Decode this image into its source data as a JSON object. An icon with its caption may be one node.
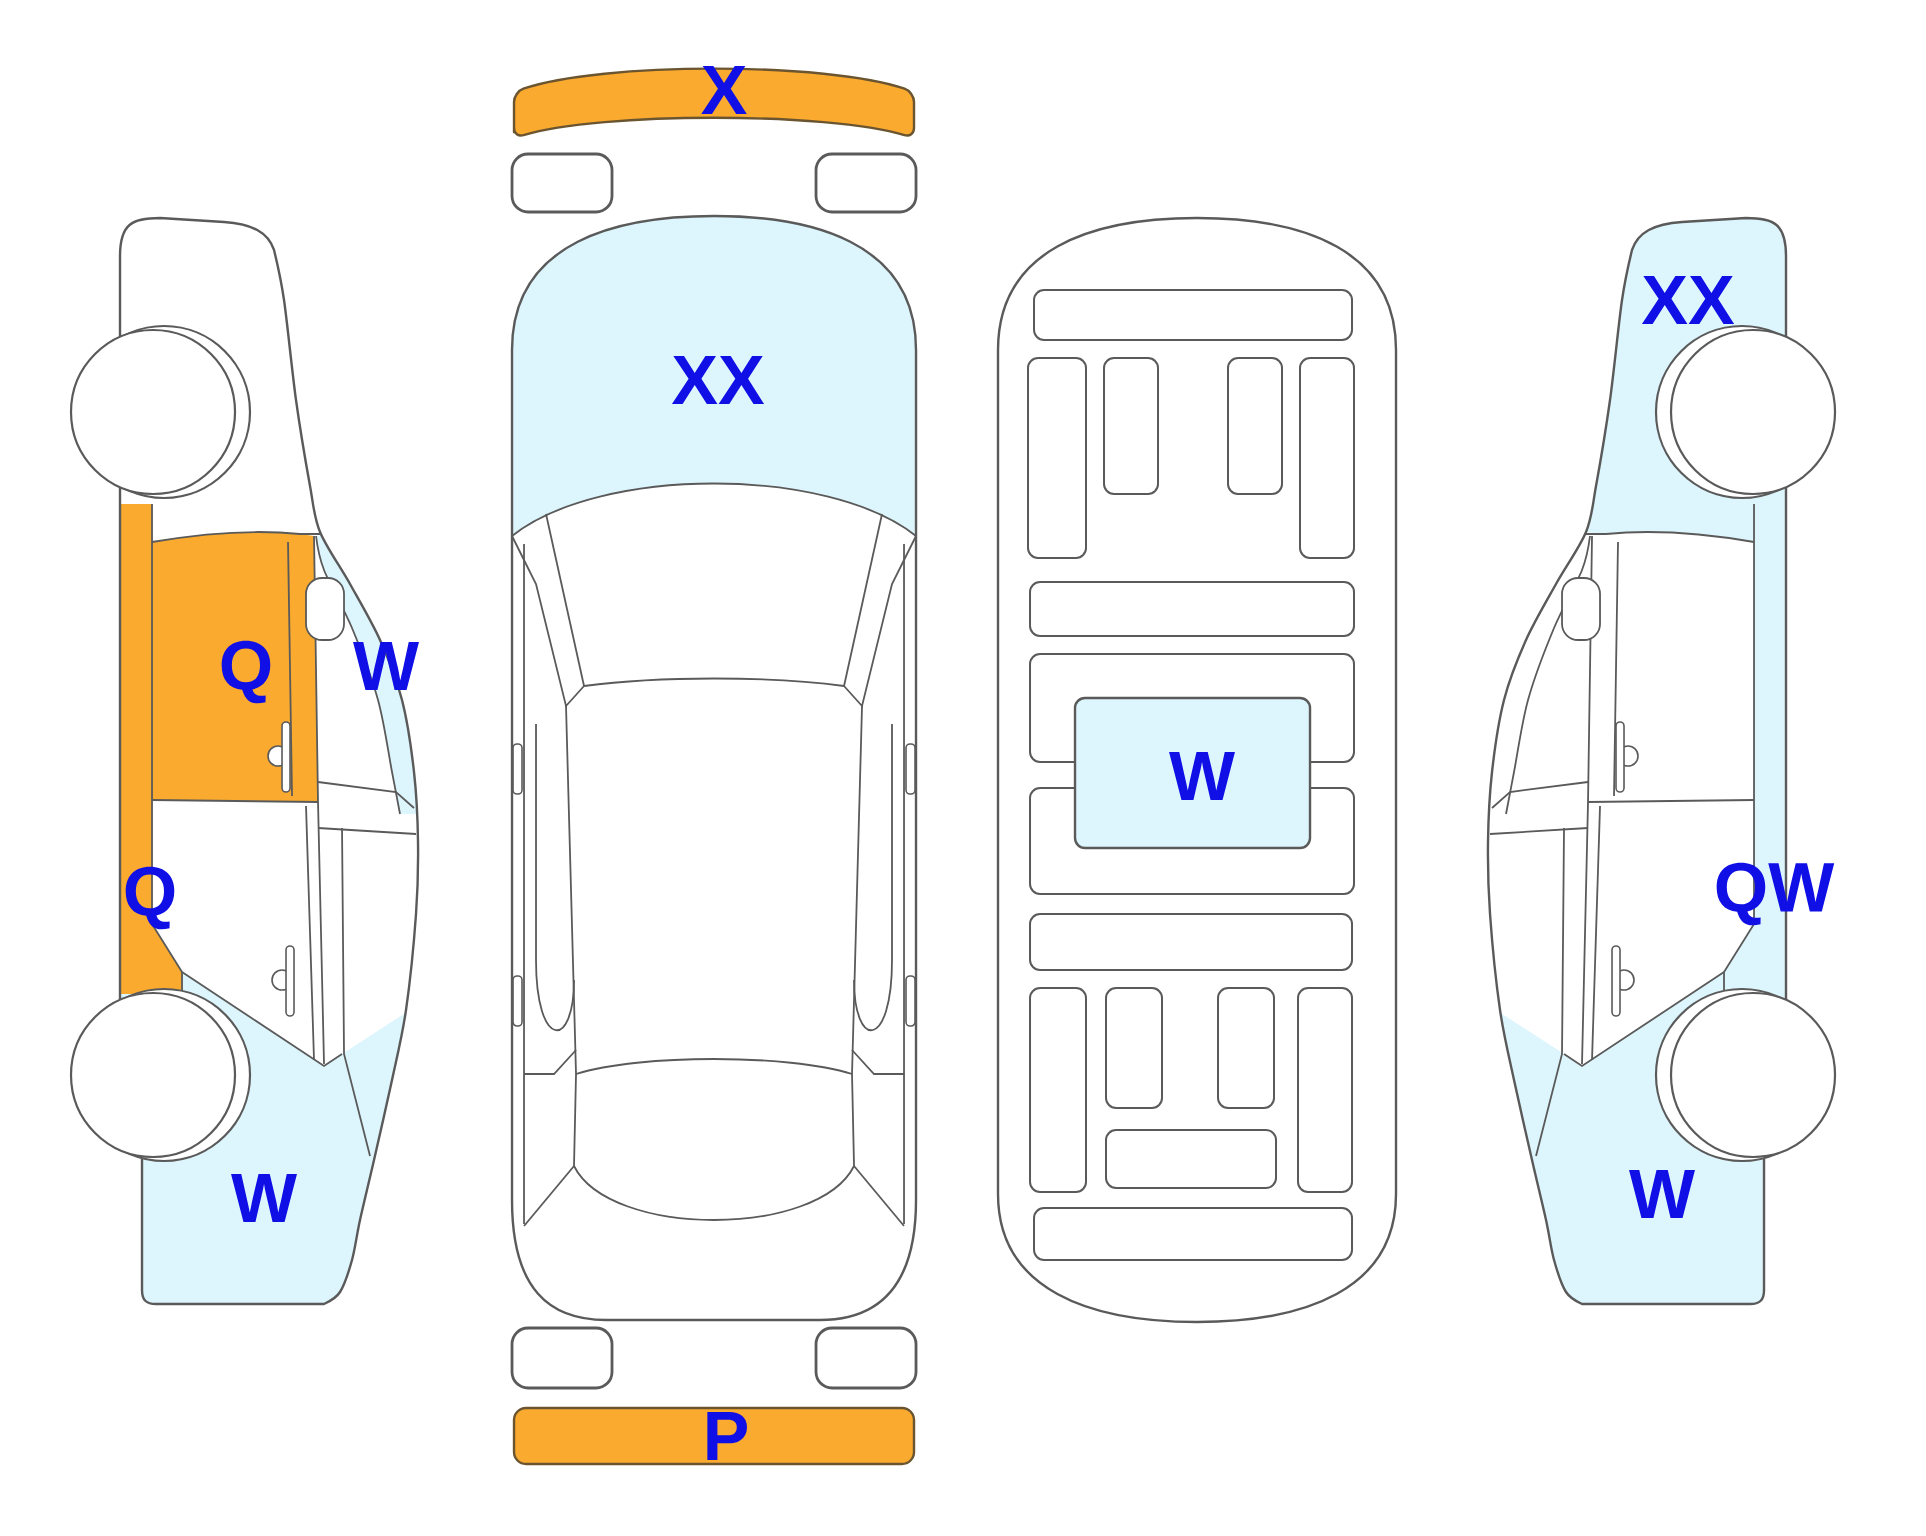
{
  "diagram": {
    "labels": [
      "Q",
      "W",
      "Q",
      "W",
      "X",
      "XX",
      "P",
      "W",
      "XX",
      "QW",
      "W"
    ]
  }
}
